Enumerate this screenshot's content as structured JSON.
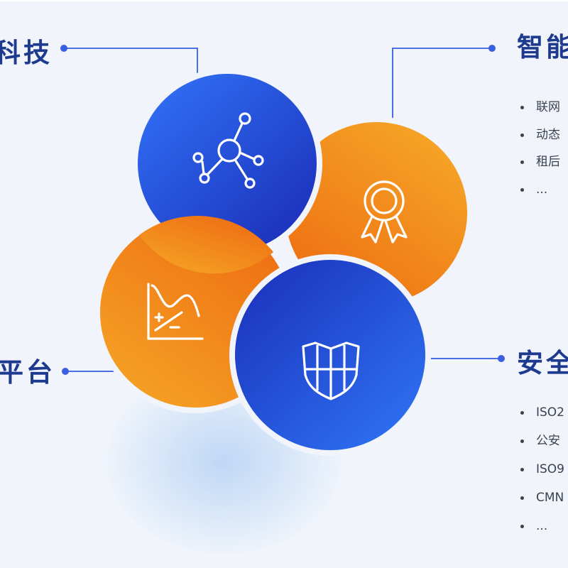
{
  "titles": {
    "top_left": "科技",
    "top_right": "智能",
    "bottom_left": "平台",
    "bottom_right": "安全"
  },
  "lists": {
    "top_right": [
      "联网",
      "动态",
      "租后",
      "..."
    ],
    "bottom_right": [
      "ISO2",
      "公安",
      "ISO9",
      "CMN",
      "..."
    ]
  },
  "icons": {
    "top_left": "network-icon",
    "top_right": "award-ribbon-icon",
    "bottom_left": "trend-chart-icon",
    "bottom_right": "shield-icon"
  },
  "colors": {
    "blue_light": "#2f6cf2",
    "blue_dark": "#1b2eb8",
    "orange_light": "#f4a023",
    "orange_dark": "#ef7414",
    "title_text": "#1d3a8f",
    "connector": "#3b5fe0"
  }
}
